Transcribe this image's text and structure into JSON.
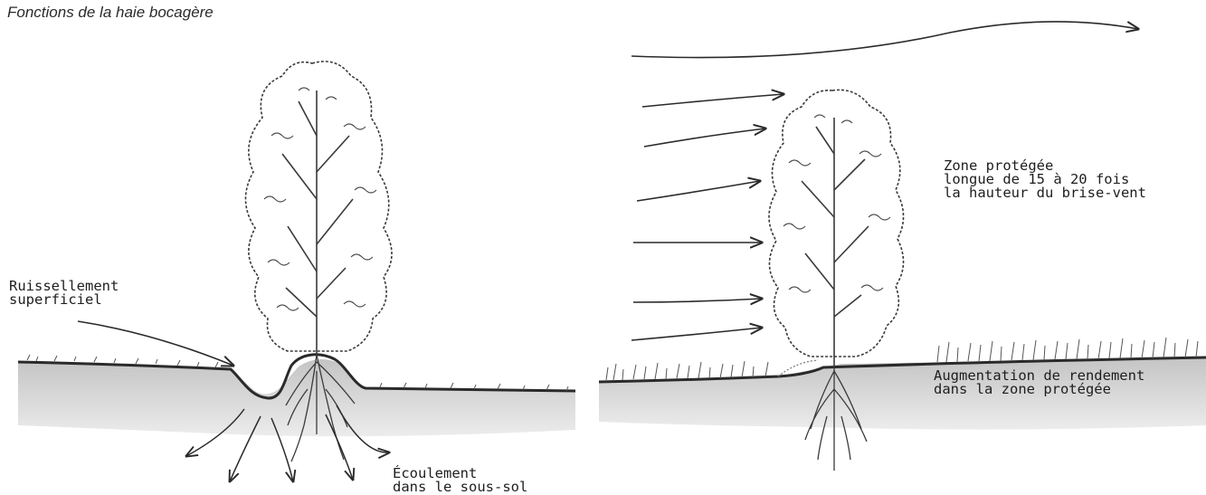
{
  "caption": "Fonctions de la haie bocagère",
  "left_panel": {
    "runoff_label": [
      "Ruissellement",
      "superficiel"
    ],
    "subsoil_label": [
      "Écoulement",
      "dans le sous-sol"
    ]
  },
  "right_panel": {
    "zone_label": [
      "Zone protégée",
      "longue de 15 à 20 fois",
      "la hauteur du brise-vent"
    ],
    "yield_label": [
      "Augmentation de rendement",
      "dans la zone protégée"
    ]
  },
  "colors": {
    "ink": "#2a2a2a",
    "soil": "#cfcfcf",
    "background": "#ffffff"
  },
  "icons": [
    "tree-icon",
    "roots-icon",
    "wind-arrow-icon",
    "grass-icon"
  ]
}
